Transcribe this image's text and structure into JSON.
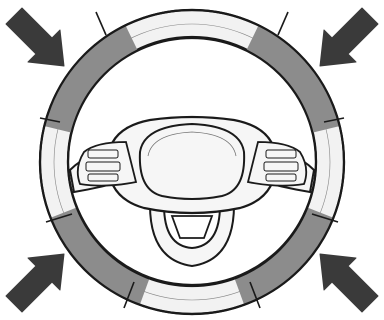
{
  "diagram": {
    "subject": "steering-wheel",
    "highlighted_grip_zones": [
      "upper-left",
      "upper-right",
      "lower-left",
      "lower-right"
    ],
    "callout_arrows": [
      "upper-left",
      "upper-right",
      "lower-left",
      "lower-right"
    ],
    "colors": {
      "background": "#ffffff",
      "outline": "#1a1a1a",
      "rim_fill": "#f2f2f2",
      "highlight_fill": "#8c8c8c",
      "hub_fill": "#f6f6f6",
      "arrow_fill": "#3a3a3a"
    }
  }
}
